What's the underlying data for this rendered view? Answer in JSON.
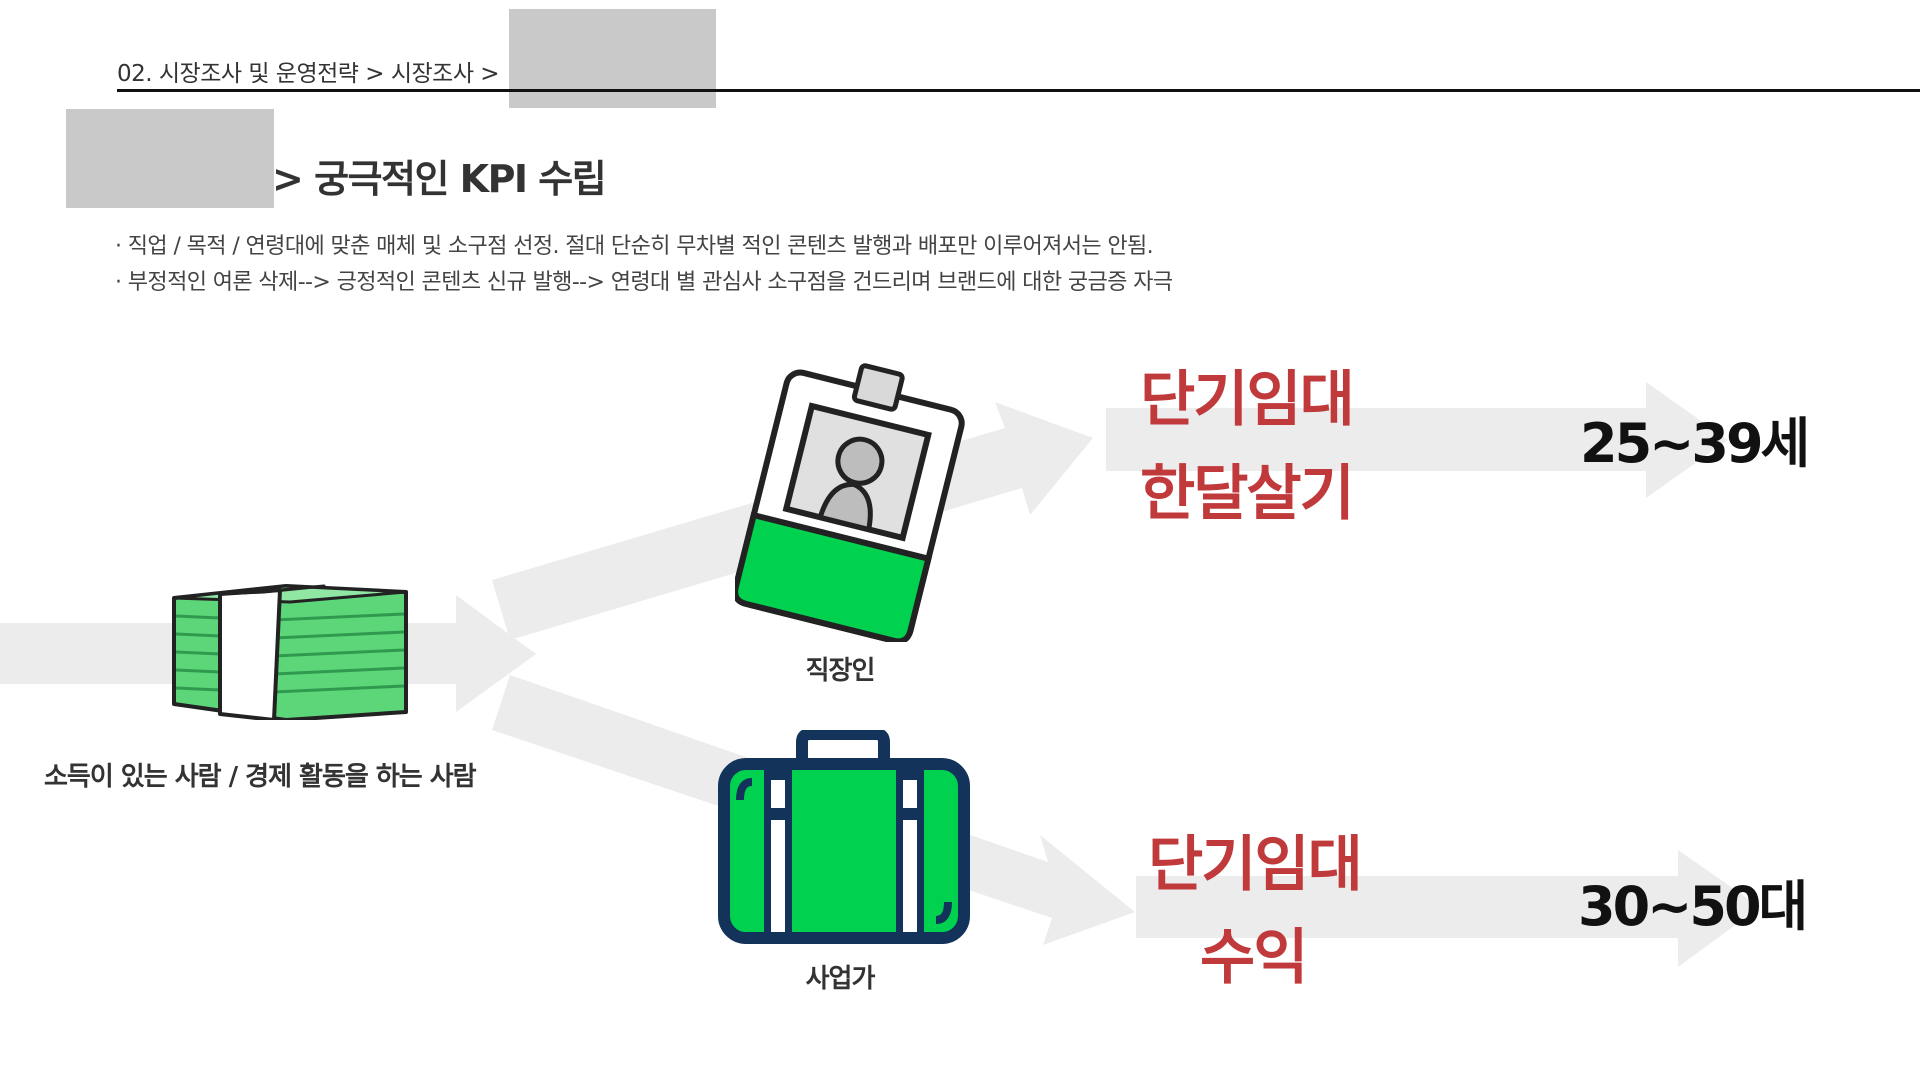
{
  "breadcrumb": {
    "text": "02. 시장조사 및 운영전략 > 시장조사 >"
  },
  "heading": {
    "title": "> 궁극적인 KPI 수립"
  },
  "bullets": [
    "·  직업 / 목적 / 연령대에 맞춘 매체 및 소구점 선정. 절대 단순히 무차별 적인 콘텐츠 발행과 배포만 이루어져서는 안됨.",
    "· 부정적인 여론 삭제--> 긍정적인 콘텐츠 신규 발행--> 연령대 별 관심사 소구점을 건드리며 브랜드에 대한 궁금증 자극"
  ],
  "source": {
    "caption": "소득이 있는 사람 / 경제 활동을 하는 사람",
    "icon": "money-stack-icon"
  },
  "segments": [
    {
      "caption": "직장인",
      "icon": "id-badge-icon",
      "purpose_line1": "단기임대",
      "purpose_line2": "한달살기",
      "age": "25~39세"
    },
    {
      "caption": "사업가",
      "icon": "suitcase-icon",
      "purpose_line1": "단기임대",
      "purpose_line2": "수익",
      "age": "30~50대"
    }
  ],
  "colors": {
    "arrow": "#ececec",
    "accent_red": "#c0393b",
    "icon_green": "#00d24f",
    "cash_green": "#5dd67a",
    "navy": "#13335a"
  }
}
